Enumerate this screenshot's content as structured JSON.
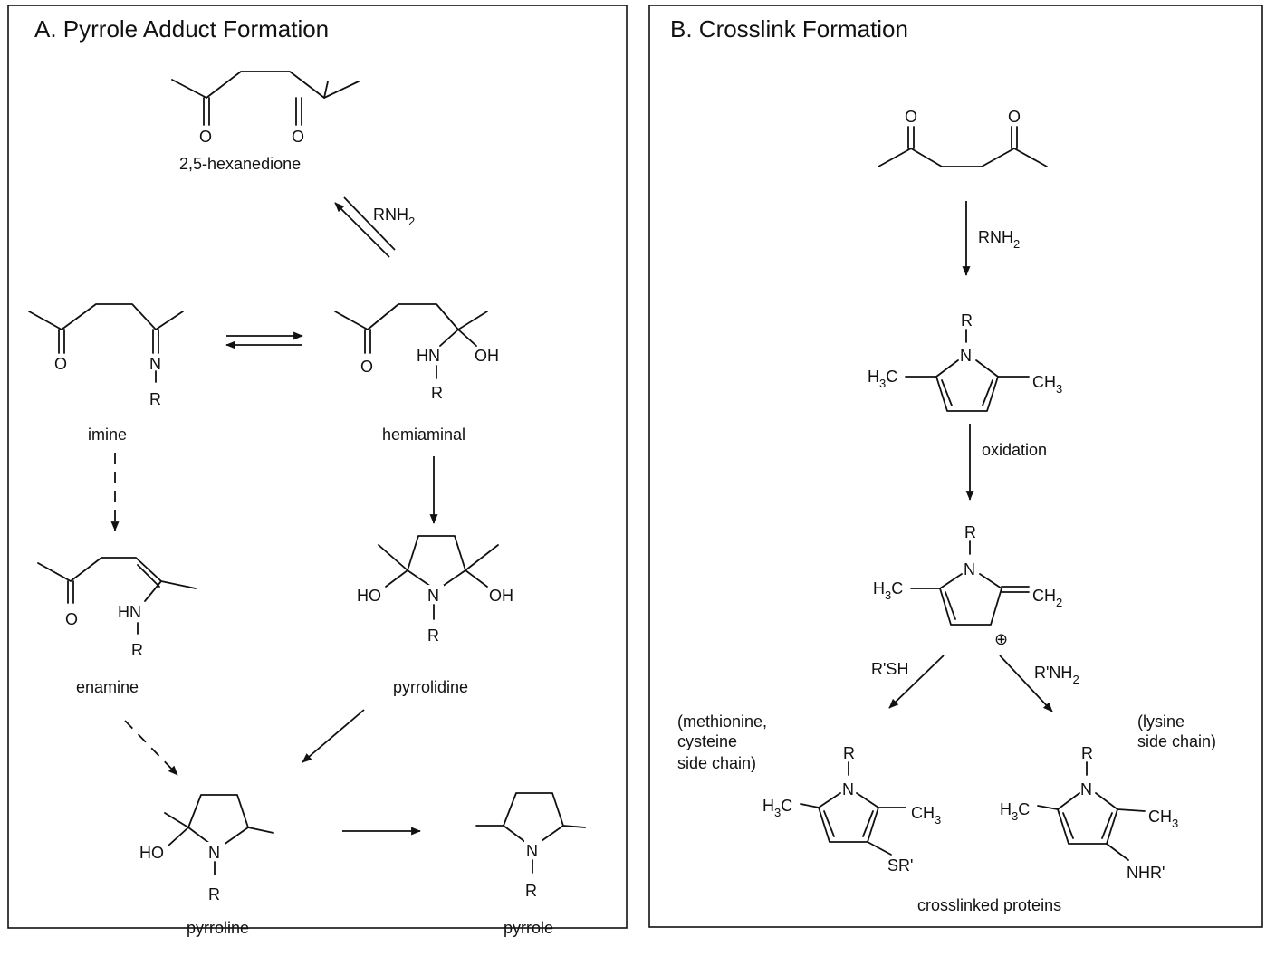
{
  "panel_a": {
    "title": "A.  Pyrrole Adduct Formation",
    "compounds": {
      "hexanedione": "2,5-hexanedione",
      "imine": "imine",
      "hemiaminal": "hemiaminal",
      "enamine": "enamine",
      "pyrrolidine": "pyrrolidine",
      "pyrroline": "pyrroline",
      "pyrrole": "pyrrole"
    },
    "reagent": "RNH"
  },
  "panel_b": {
    "title": "B.  Crosslink Formation",
    "reagent": "RNH",
    "oxidation": "oxidation",
    "thiol_reagent": "R'SH",
    "amine_reagent": "R'NH",
    "left_note": [
      "(methionine,",
      "cysteine",
      "side chain)"
    ],
    "right_note": [
      "(lysine",
      "side chain)"
    ],
    "crosslinked": "crosslinked proteins",
    "charge": "⊕"
  },
  "atoms": {
    "O": "O",
    "N": "N",
    "R": "R",
    "HN": "HN",
    "OH": "OH",
    "HO": "HO",
    "H": "H",
    "C": "C",
    "CH": "CH",
    "SR": "SR'",
    "NHR": "NHR'",
    "sub2": "2",
    "sub3": "3"
  }
}
